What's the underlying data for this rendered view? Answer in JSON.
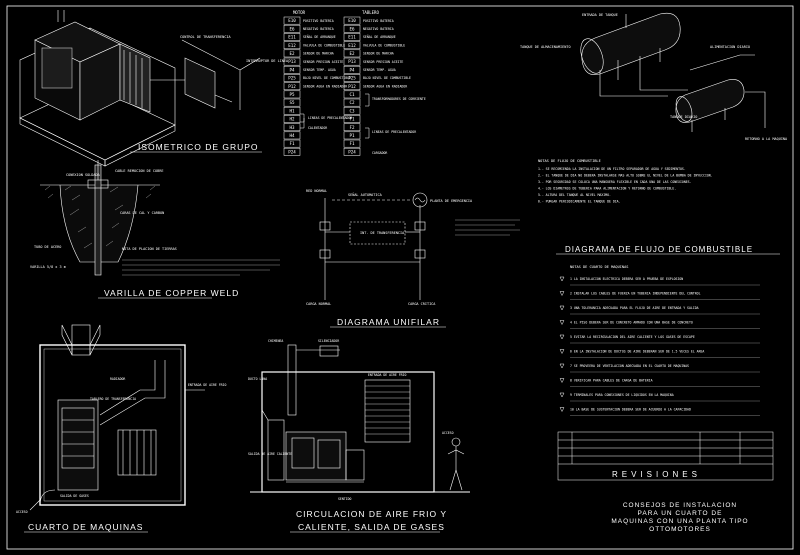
{
  "titles": {
    "isometrico": "ISOMETRICO DE GRUPO",
    "varilla": "VARILLA DE COPPER WELD",
    "unifilar": "DIAGRAMA UNIFILAR",
    "cuarto": "CUARTO DE MAQUINAS",
    "circulacion_1": "CIRCULACION DE AIRE FRIO Y",
    "circulacion_2": "CALIENTE,  SALIDA DE GASES",
    "flujo": "DIAGRAMA DE FLUJO DE COMBUSTIBLE",
    "revisiones": "REVISIONES",
    "consejos_1": "CONSEJOS DE INSTALACION",
    "consejos_2": "PARA UN CUARTO DE",
    "consejos_3": "MAQUINAS CON UNA PLANTA TIPO",
    "consejos_4": "OTTOMOTORES"
  },
  "terminal_table": {
    "left_header": "MOTOR",
    "right_header": "TABLERO",
    "left_codes": [
      "E10",
      "E6",
      "E11",
      "E12",
      "E2",
      "P13",
      "P4",
      "P25",
      "P12",
      "P5",
      "S5",
      "H1",
      "H2",
      "H3",
      "H4",
      "F1",
      "P24"
    ],
    "right_codes": [
      "E10",
      "E6",
      "E11",
      "E12",
      "E2",
      "P13",
      "P4",
      "P25",
      "P12",
      "C1",
      "C2",
      "C3",
      "F1",
      "F2",
      "P1",
      "F1",
      "P24"
    ],
    "left_desc": [
      "POSITIVO BATERIA",
      "NEGATIVO BATERIA",
      "SEÑAL DE ARRANQUE",
      "VALVULA DE COMBUSTIBLE",
      "SENSOR DE MARCHA",
      "SENSOR PRESION ACEITE",
      "SENSOR TEMP. AGUA",
      "BAJO NIVEL DE COMBUSTIBLE",
      "SENSOR AGUA EN RADIADOR"
    ],
    "right_desc": [
      "POSITIVO BATERIA",
      "NEGATIVO BATERIA",
      "SEÑAL DE ARRANQUE",
      "VALVULA DE COMBUSTIBLE",
      "SENSOR DE MARCHA",
      "SENSOR PRESION ACEITE",
      "SENSOR TEMP. AGUA",
      "BAJO NIVEL DE COMBUSTIBLE",
      "SENSOR AGUA EN RADIADOR"
    ],
    "group_labels": [
      "LINEAS DE PRECALENTADOR",
      "CALENTADOR",
      "TRANSFORMADORES DE CORRIENTE",
      "LINEAS DE PRECALENTADOR",
      "CARGADOR"
    ]
  },
  "labels": {
    "entrada_tanque": "ENTRADA DE TANQUE",
    "tanque_almacenamiento": "TANQUE DE ALMACENAMIENTO",
    "alimentacion_diario": "ALIMENTACION DIARIO",
    "tanque_diario": "TANQUE DIARIO",
    "retorno": "RETORNO A LA MAQUINA",
    "conexion_sold": "CONEXION SOLDADA",
    "cable_remocion": "CABLE REMOCION DE COBRE",
    "caras_cal": "CARAS DE CAL Y CARBON",
    "tubo_acero": "TUBO DE ACERO",
    "varilla_size": "VARILLA 5/8 x 3 m",
    "nota_tierra": "NOTA DE PLACION DE TIERRAS",
    "red_normal": "RED NORMAL",
    "planta_emergencia": "PLANTA DE EMERGENCIA",
    "senal_automatica": "SEÑAL AUTOMATICA",
    "int_transferencia": "INT. DE TRANSFERENCIA",
    "carga_normal": "CARGA NORMAL",
    "carga_critica": "CARGA CRITICA",
    "chimenea": "CHIMENEA",
    "silenciador": "SILENCIADOR",
    "ducto_lona": "DUCTO LONA",
    "entrada_aire": "ENTRADA DE AIRE FRIO",
    "salida_caliente": "SALIDA DE AIRE CALIENTE",
    "acceso": "ACCESO",
    "sentido": "SENTIDO",
    "radiador": "RADIADOR",
    "tablero_transf": "TABLERO DE TRANSFERENCIA",
    "salida_gases": "SALIDA DE GASES",
    "notas_cuarto": "NOTAS DE CUARTO DE MAQUINAS",
    "notas_flujo": "NOTAS DE FLUJO DE COMBUSTIBLE"
  },
  "flujo_notes": [
    "1.- SE RECOMIENDA LA INSTALACION DE UN FILTRO SEPARADOR DE AGUA Y SEDIMENTOS.",
    "2.- EL TANQUE DE DIA NO DEBERA INSTALARSE MAS ALTO SOBRE EL NIVEL DE LA BOMBA DE INYECCION.",
    "3.- POR SEGURIDAD SE COLOCA UNA MANGUERA FLEXIBLE EN CADA UNA DE LAS CONEXIONES.",
    "4.- LOS DIAMETROS DE TUBERIA PARA ALIMENTACION Y RETORNO DE COMBUSTIBLE.",
    "5.- ALTURA DEL TANQUE AL NIVEL MAXIMO.",
    "6.- PURGAR PERIODICAMENTE EL TANQUE DE DIA."
  ],
  "cuarto_notes": [
    "1 LA INSTALACION ELECTRICA DEBERA SER A PRUEBA DE EXPLOSION",
    "2 INSTALAR LOS CABLES DE FUERZA EN TUBERIA INDEPENDIENTE DEL CONTROL",
    "3 UNA TOLERANCIA ADECUADA PARA EL FLUJO DE AIRE DE ENTRADA Y SALIDA",
    "4 EL PISO DEBERA SER DE CONCRETO ARMADO CON UNA BASE DE CONCRETO",
    "5 EVITAR LA RECIRCULACION DEL AIRE CALIENTE Y LOS GASES DE ESCAPE",
    "6 EN LA INSTALACION DE DUCTOS DE AIRE DEBERAN SER DE 1.5 VECES EL AREA",
    "7 SE PROVEERA DE VENTILACION ADECUADA EN EL CUARTO DE MAQUINAS",
    "8 VERIFICAR PARA CABLES DE CARGA DE BATERIA",
    "9 TERMINALES PARA CONEXIONES DE LIQUIDOS EN LA MAQUINA",
    "10 LA BASE DE SUSTENTACION DEBERA SER DE ACUERDO A LA CAPACIDAD"
  ]
}
